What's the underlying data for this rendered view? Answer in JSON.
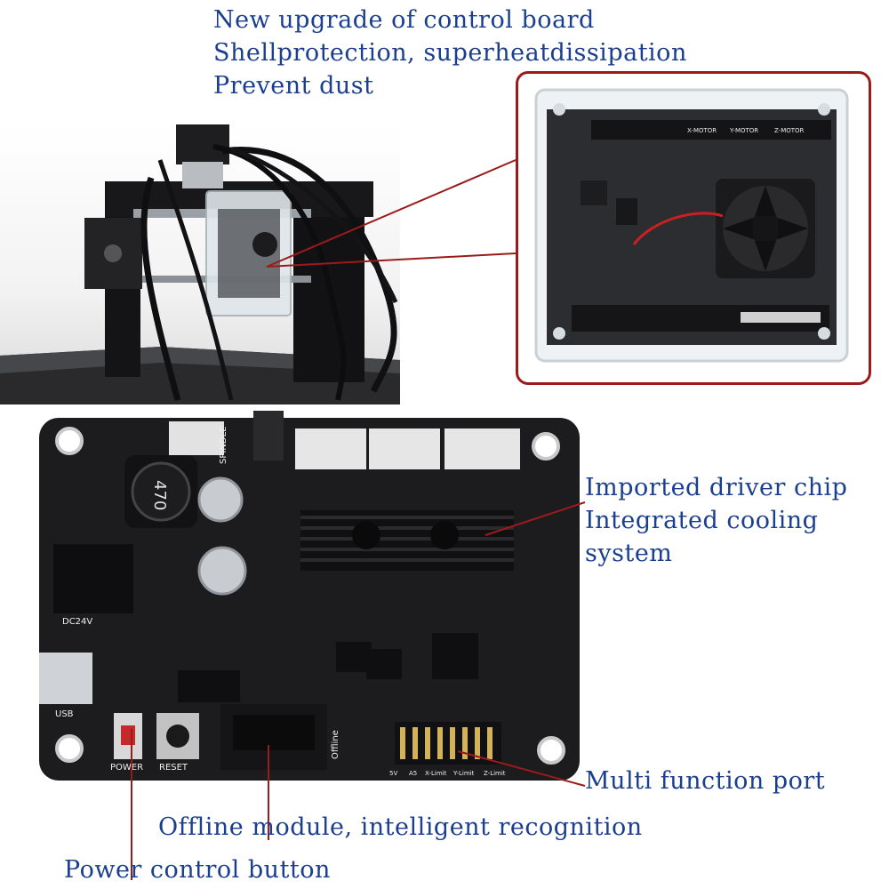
{
  "captions": {
    "top_line1": "New  upgrade of control board",
    "top_line2": "Shellprotection, superheatdissipation",
    "top_line3": "Prevent dust",
    "chip_line1": "Imported driver chip",
    "chip_line2": "Integrated cooling",
    "chip_line3": "system",
    "multi_port": "Multi function port",
    "offline": "Offline module, intelligent recognition",
    "power": "Power control button"
  },
  "board_labels": {
    "spindle": "SPINDLE",
    "inductor": "470",
    "dc": "DC24V",
    "usb": "USB",
    "power": "POWER",
    "reset": "RESET",
    "offline": "Offline",
    "port_5v": "5V",
    "port_a5": "A5",
    "port_x": "X-Limit",
    "port_y": "Y-Limit",
    "port_z": "Z-Limit"
  },
  "case_labels": {
    "x_motor": "X-MOTOR",
    "y_motor": "Y-MOTOR",
    "z_motor": "Z-MOTOR"
  },
  "colors": {
    "caption_text": "#1a3f8f",
    "leader_line": "#9a1b1b",
    "pcb": "#1c1c1f"
  }
}
